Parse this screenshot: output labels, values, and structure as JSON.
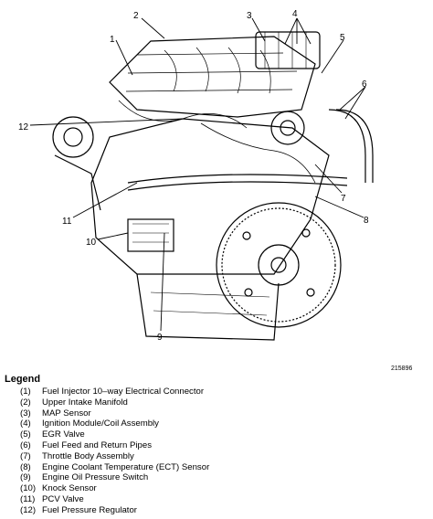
{
  "figure_number": "215896",
  "callouts": [
    "1",
    "2",
    "3",
    "4",
    "5",
    "6",
    "7",
    "8",
    "9",
    "10",
    "11",
    "12"
  ],
  "legend": {
    "title": "Legend",
    "items": [
      {
        "num": "(1)",
        "label": "Fuel Injector 10–way Electrical Connector"
      },
      {
        "num": "(2)",
        "label": "Upper Intake Manifold"
      },
      {
        "num": "(3)",
        "label": "MAP Sensor"
      },
      {
        "num": "(4)",
        "label": "Ignition Module/Coil Assembly"
      },
      {
        "num": "(5)",
        "label": "EGR Valve"
      },
      {
        "num": "(6)",
        "label": "Fuel Feed and Return Pipes"
      },
      {
        "num": "(7)",
        "label": "Throttle Body Assembly"
      },
      {
        "num": "(8)",
        "label": "Engine Coolant Temperature (ECT) Sensor"
      },
      {
        "num": "(9)",
        "label": "Engine Oil Pressure Switch"
      },
      {
        "num": "(10)",
        "label": "Knock Sensor"
      },
      {
        "num": "(11)",
        "label": "PCV Valve"
      },
      {
        "num": "(12)",
        "label": "Fuel Pressure Regulator"
      }
    ]
  }
}
